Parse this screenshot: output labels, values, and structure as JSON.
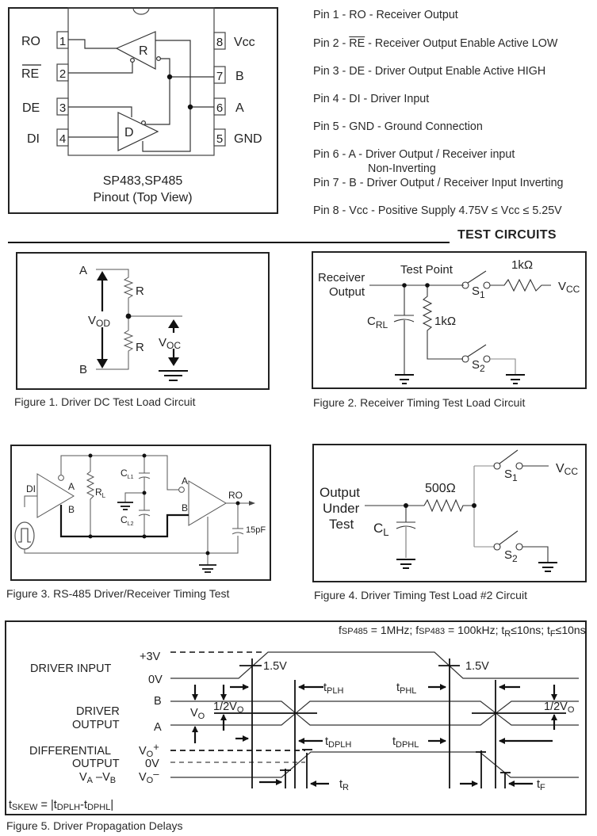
{
  "pinout": {
    "chip_label": "SP483,SP485",
    "view_label": "Pinout (Top View)",
    "left_pins": [
      {
        "num": "1",
        "name": "RO",
        "overline": false
      },
      {
        "num": "2",
        "name": "RE",
        "overline": true
      },
      {
        "num": "3",
        "name": "DE",
        "overline": false
      },
      {
        "num": "4",
        "name": "DI",
        "overline": false
      }
    ],
    "right_pins": [
      {
        "num": "8",
        "name": "Vcc"
      },
      {
        "num": "7",
        "name": "B"
      },
      {
        "num": "6",
        "name": "A"
      },
      {
        "num": "5",
        "name": "GND"
      }
    ],
    "receiver_label": "R",
    "driver_label": "D"
  },
  "pin_descriptions": [
    {
      "prefix": "Pin 1 - RO - ",
      "text": "Receiver Output"
    },
    {
      "prefix": "Pin 2 - ",
      "overline": "RE",
      "text": " - Receiver Output Enable Active LOW"
    },
    {
      "prefix": "Pin 3 - DE - ",
      "text": "Driver Output Enable Active HIGH"
    },
    {
      "prefix": "Pin 4 - DI - ",
      "text": "Driver Input"
    },
    {
      "prefix": "Pin 5 - GND - ",
      "text": "Ground Connection"
    },
    {
      "prefix": "Pin 6 - A - ",
      "text": "Driver Output / Receiver input",
      "continuation": "Non-Inverting"
    },
    {
      "prefix": "Pin 7 - B - ",
      "text": "Driver Output / Receiver Input Inverting"
    },
    {
      "prefix": "Pin 8 - Vcc - ",
      "text": "Positive Supply 4.75V ≤ Vcc ≤ 5.25V"
    }
  ],
  "section_title": "TEST CIRCUITS",
  "fig1": {
    "caption": "Figure 1. Driver DC Test Load Circuit",
    "node_a": "A",
    "node_b": "B",
    "r_top": "R",
    "r_bottom": "R",
    "vod": "V",
    "vod_sub": "OD",
    "voc": "V",
    "voc_sub": "OC"
  },
  "fig2": {
    "caption": "Figure 2. Receiver Timing Test Load Circuit",
    "receiver_line1": "Receiver",
    "receiver_line2": "Output",
    "test_point": "Test Point",
    "r1": "1kΩ",
    "r2": "1kΩ",
    "vcc": "V",
    "vcc_sub": "CC",
    "crl": "C",
    "crl_sub": "RL",
    "s1": "S",
    "s1_sub": "1",
    "s2": "S",
    "s2_sub": "2"
  },
  "fig3": {
    "caption": "Figure 3. RS-485 Driver/Receiver Timing Test",
    "di": "DI",
    "a1": "A",
    "b1": "B",
    "rl": "R",
    "rl_sub": "L",
    "cl1": "C",
    "cl1_sub": "L1",
    "cl2": "C",
    "cl2_sub": "L2",
    "a2": "A",
    "b2": "B",
    "ro": "RO",
    "cap": "15pF"
  },
  "fig4": {
    "caption": "Figure 4. Driver Timing Test Load #2 Circuit",
    "out_line1": "Output",
    "out_line2": "Under",
    "out_line3": "Test",
    "r": "500Ω",
    "cl": "C",
    "cl_sub": "L",
    "vcc": "V",
    "vcc_sub": "CC",
    "s1": "S",
    "s1_sub": "1",
    "s2": "S",
    "s2_sub": "2"
  },
  "fig5": {
    "caption": "Figure 5. Driver Propagation Delays",
    "conditions": "fSP485 = 1MHz; fSP483 = 100kHz; t",
    "cond_parts": {
      "f485": "f",
      "f485_sub": "SP485",
      "f485_val": " = 1MHz; ",
      "f483": "f",
      "f483_sub": "SP483",
      "f483_val": " = 100kHz; ",
      "tr": "t",
      "tr_sub": "R",
      "tr_val": "≤10ns; ",
      "tf": "t",
      "tf_sub": "F",
      "tf_val": "≤10ns"
    },
    "driver_input": "DRIVER INPUT",
    "plus3v": "+3V",
    "zero_v": "0V",
    "driver_output_1": "DRIVER",
    "driver_output_2": "OUTPUT",
    "b": "B",
    "a": "A",
    "vo": "V",
    "vo_sub": "O",
    "half_vo": "1/2V",
    "half_vo_sub": "O",
    "diff_1": "DIFFERENTIAL",
    "diff_2": "OUTPUT",
    "vavb": "V",
    "va_sub": "A",
    "vavb_mid": " –V",
    "vb_sub": "B",
    "vo_plus": "V",
    "vo_plus_sub": "O",
    "vo_plus_sup": "+",
    "zero_v2": "0V",
    "vo_minus": "V",
    "vo_minus_sub": "O",
    "vo_minus_sup": "–",
    "v15_left": "1.5V",
    "v15_right": "1.5V",
    "tplh": "t",
    "tplh_sub": "PLH",
    "tphl": "t",
    "tphl_sub": "PHL",
    "tdplh": "t",
    "tdplh_sub": "DPLH",
    "tdphl": "t",
    "tdphl_sub": "DPHL",
    "tr": "t",
    "tr_sub": "R",
    "tf": "t",
    "tf_sub": "F",
    "tskew": "t",
    "tskew_sub": "SKEW",
    "tskew_eq": " = |t",
    "tskew_a": "DPLH",
    "tskew_dash": "-t",
    "tskew_b": "DPHL",
    "tskew_end": "|"
  }
}
